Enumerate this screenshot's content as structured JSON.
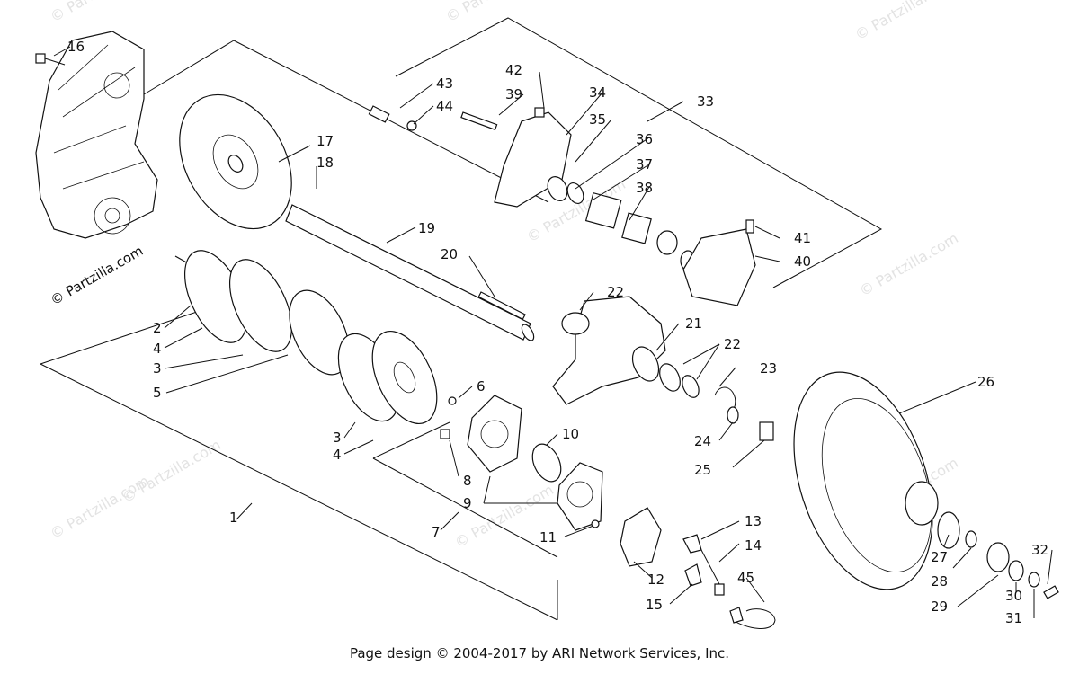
{
  "footer": "Page design © 2004-2017 by ARI Network Services, Inc.",
  "watermark": "© Partzilla.com",
  "side_watermark": "© Partzilla.com",
  "callouts": [
    "1",
    "2",
    "3",
    "3",
    "4",
    "4",
    "5",
    "6",
    "7",
    "8",
    "9",
    "10",
    "11",
    "12",
    "13",
    "14",
    "15",
    "16",
    "17",
    "18",
    "19",
    "20",
    "21",
    "22",
    "22",
    "23",
    "24",
    "25",
    "26",
    "27",
    "28",
    "29",
    "30",
    "31",
    "32",
    "33",
    "34",
    "35",
    "36",
    "37",
    "38",
    "39",
    "40",
    "41",
    "42",
    "43",
    "44",
    "45"
  ],
  "colors": {
    "ink": "#111111",
    "watermark": "#e3e3e3",
    "background": "#ffffff"
  }
}
